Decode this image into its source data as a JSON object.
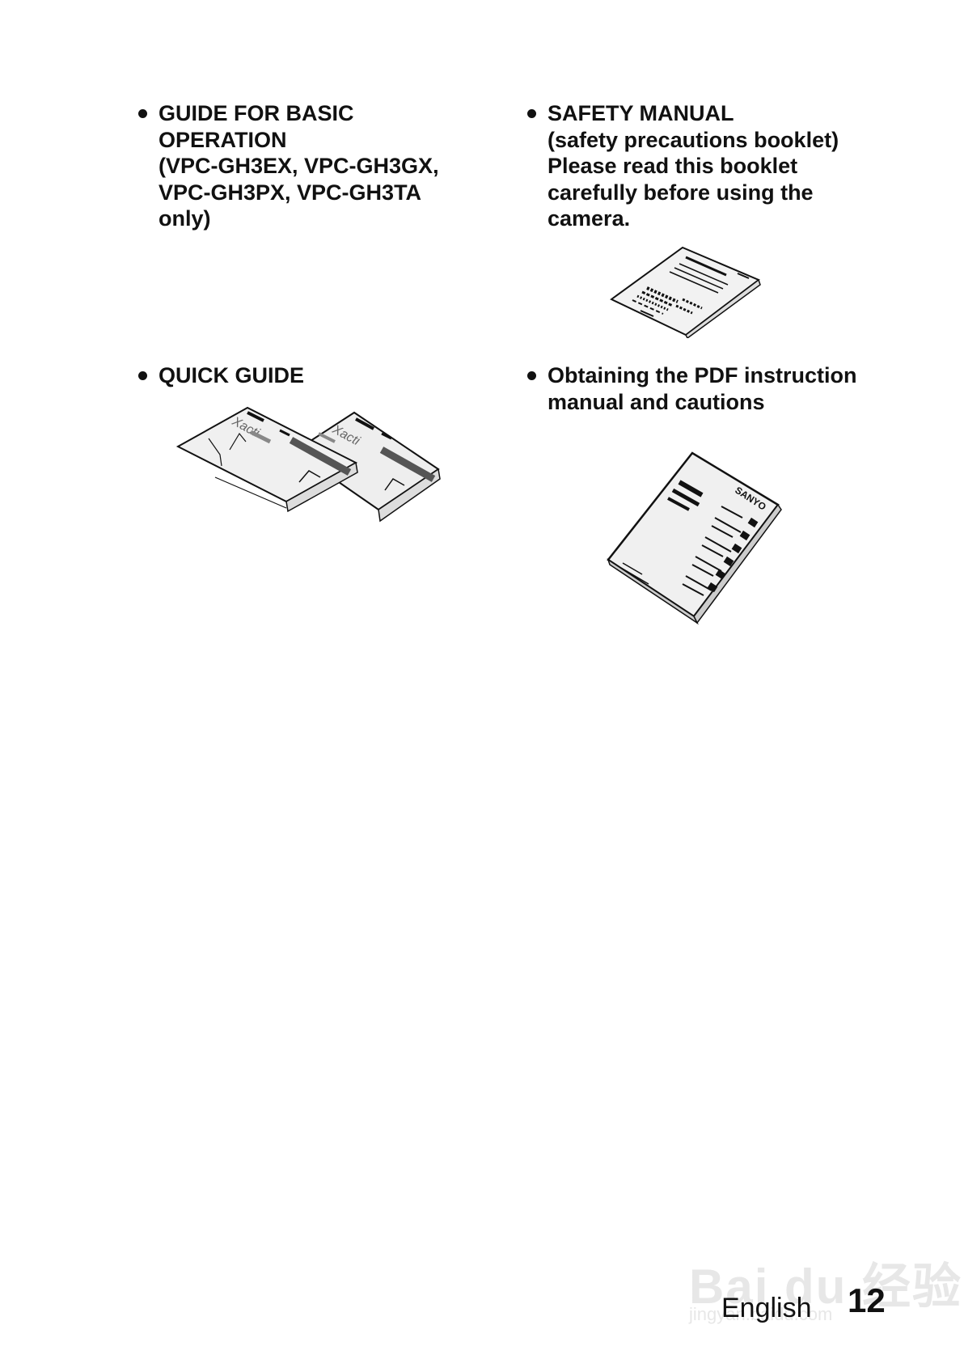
{
  "items": [
    {
      "lines": [
        "GUIDE FOR BASIC",
        "OPERATION",
        "(VPC-GH3EX, VPC-GH3GX,",
        "VPC-GH3PX, VPC-GH3TA",
        "only)"
      ]
    },
    {
      "lines": [
        "SAFETY MANUAL",
        "(safety precautions booklet)",
        "Please read this booklet",
        "carefully before using the",
        "camera."
      ]
    },
    {
      "lines": [
        "QUICK GUIDE"
      ]
    },
    {
      "lines": [
        "Obtaining the PDF instruction",
        "manual and cautions"
      ]
    }
  ],
  "illustrations": {
    "quick_guide_brand": "Xacti",
    "pdf_manual_brand": "SANYO"
  },
  "footer": {
    "language": "English",
    "page_number": "12"
  },
  "watermark": {
    "logo": "Bai du 经验",
    "url": "jingyan.baidu.com"
  }
}
